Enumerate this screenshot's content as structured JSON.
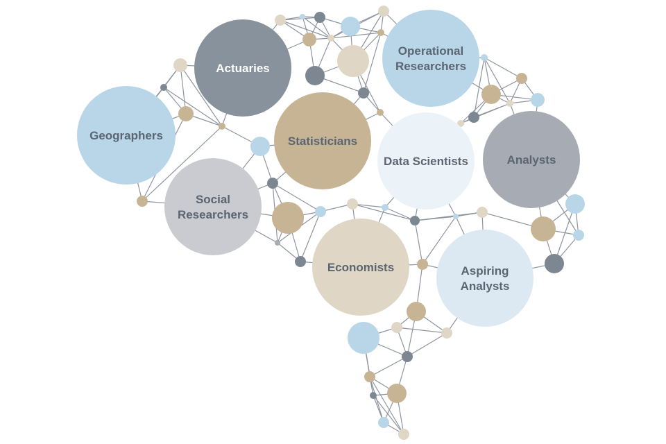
{
  "colors": {
    "line": "#8d949e",
    "light_blue": "#b9d6e8",
    "pale_blue": "#dce9f2",
    "ice": "#ecf3f8",
    "slate": "#87929d",
    "gray": "#a7acb4",
    "silver": "#c9cbd1",
    "tan": "#c7b495",
    "beige": "#e0d6c5",
    "dark": "#7d8792",
    "label_dark": "#5a6571",
    "label_light": "#ffffff"
  },
  "roles": [
    {
      "id": "actuaries",
      "label": [
        "Actuaries"
      ],
      "color": "slate",
      "text": "label_light"
    },
    {
      "id": "operational-researchers",
      "label": [
        "Operational",
        "Researchers"
      ],
      "color": "light_blue",
      "text": "label_dark"
    },
    {
      "id": "geographers",
      "label": [
        "Geographers"
      ],
      "color": "light_blue",
      "text": "label_dark"
    },
    {
      "id": "statisticians",
      "label": [
        "Statisticians"
      ],
      "color": "tan",
      "text": "label_dark"
    },
    {
      "id": "data-scientists",
      "label": [
        "Data Scientists"
      ],
      "color": "ice",
      "text": "label_dark"
    },
    {
      "id": "analysts",
      "label": [
        "Analysts"
      ],
      "color": "gray",
      "text": "label_dark"
    },
    {
      "id": "social-researchers",
      "label": [
        "Social",
        "Researchers"
      ],
      "color": "silver",
      "text": "label_dark"
    },
    {
      "id": "economists",
      "label": [
        "Economists"
      ],
      "color": "beige",
      "text": "label_dark"
    },
    {
      "id": "aspiring-analysts",
      "label": [
        "Aspiring",
        "Analysts"
      ],
      "color": "pale_blue",
      "text": "label_dark"
    }
  ]
}
